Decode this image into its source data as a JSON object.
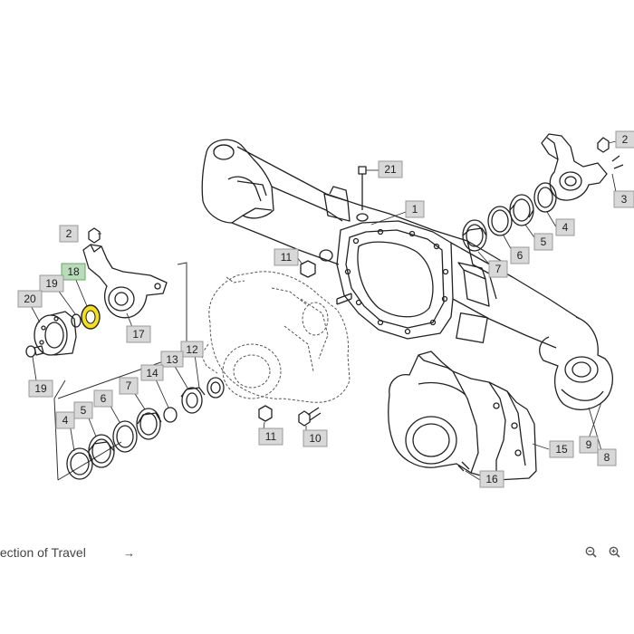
{
  "diagram": {
    "callouts": {
      "c1": "1",
      "c2": "2",
      "c2b": "2",
      "c3": "3",
      "c4": "4",
      "c4b": "4",
      "c5": "5",
      "c5b": "5",
      "c6": "6",
      "c6b": "6",
      "c7": "7",
      "c7b": "7",
      "c8": "8",
      "c9": "9",
      "c10": "10",
      "c11": "11",
      "c11b": "11",
      "c12": "12",
      "c13": "13",
      "c14": "14",
      "c15": "15",
      "c16": "16",
      "c17": "17",
      "c18": "18",
      "c19": "19",
      "c19b": "19",
      "c20": "20",
      "c21": "21"
    },
    "selected_part": "18",
    "highlight_color": "#f7e017",
    "selected_callout_color": "#b8dcb8"
  },
  "footer": {
    "direction_label": "Direction of Travel",
    "direction_arrow": "→",
    "zoom_out_icon": "zoom-out-icon",
    "zoom_in_icon": "zoom-in-icon"
  }
}
